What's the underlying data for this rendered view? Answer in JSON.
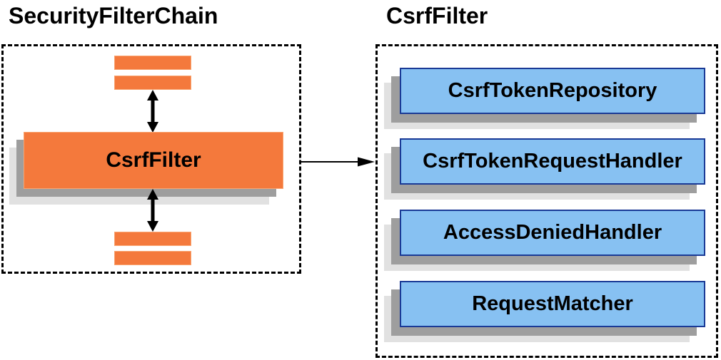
{
  "colors": {
    "orange": "#f4793c",
    "orange-border": "#f9a571",
    "blue": "#87c1f2",
    "blue-border": "#1a3a96",
    "shadow-med": "#9e9e9e",
    "shadow-light": "#e1e1e1",
    "line": "#000000"
  },
  "left_panel": {
    "title": "SecurityFilterChain",
    "node_label": "CsrfFilter"
  },
  "right_panel": {
    "title": "CsrfFilter",
    "components": [
      {
        "label": "CsrfTokenRepository"
      },
      {
        "label": "CsrfTokenRequestHandler"
      },
      {
        "label": "AccessDeniedHandler"
      },
      {
        "label": "RequestMatcher"
      }
    ]
  }
}
